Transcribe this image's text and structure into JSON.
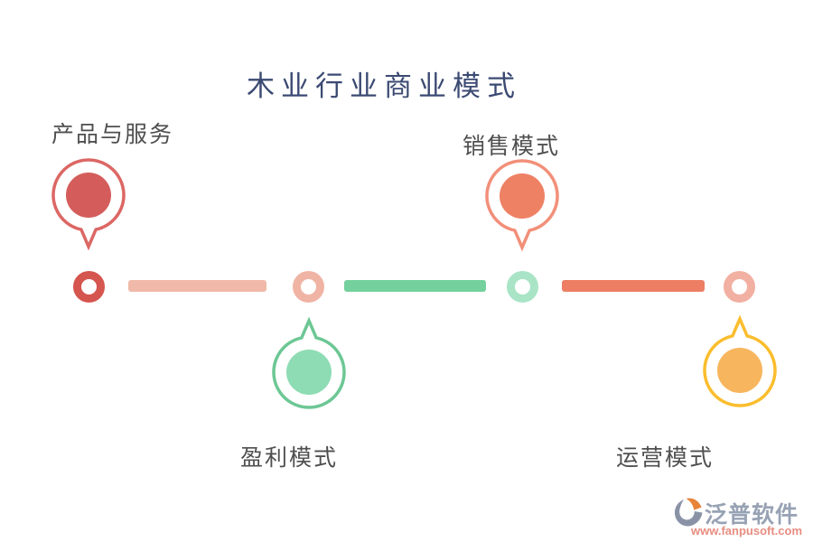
{
  "title": "木业行业商业模式",
  "labels": {
    "products": "产品与服务",
    "sales": "销售模式",
    "profit": "盈利模式",
    "operations": "运营模式"
  },
  "timeline": {
    "nodes": [
      {
        "name": "products",
        "color": "#d5554f"
      },
      {
        "name": "profit",
        "color": "#f0b4a4"
      },
      {
        "name": "sales",
        "color": "#a9e4c6"
      },
      {
        "name": "operations",
        "color": "#f1b0a1"
      }
    ],
    "segments": [
      {
        "color": "#f0b9a9"
      },
      {
        "color": "#74d09c"
      },
      {
        "color": "#ed7e63"
      }
    ]
  },
  "pins": [
    {
      "name": "products",
      "direction": "down",
      "outline": "#dc6764",
      "fill": "#d45d5b"
    },
    {
      "name": "sales",
      "direction": "down",
      "outline": "#f28f79",
      "fill": "#ee8164"
    },
    {
      "name": "profit",
      "direction": "up",
      "outline": "#6cc794",
      "fill": "#8edcb4"
    },
    {
      "name": "operations",
      "direction": "up",
      "outline": "#fabd2d",
      "fill": "#f7b55d"
    }
  ],
  "colors": {
    "background": "#ffffff",
    "title": "#3b4a72",
    "label": "#4f4f4f"
  },
  "logo": {
    "text": "泛普软件",
    "url": "www.fanpusoft.com",
    "text_color": "#97a2b4",
    "url_color": "#e78d80",
    "icon_gray": "#8a93a6",
    "icon_orange": "#e8833a"
  }
}
